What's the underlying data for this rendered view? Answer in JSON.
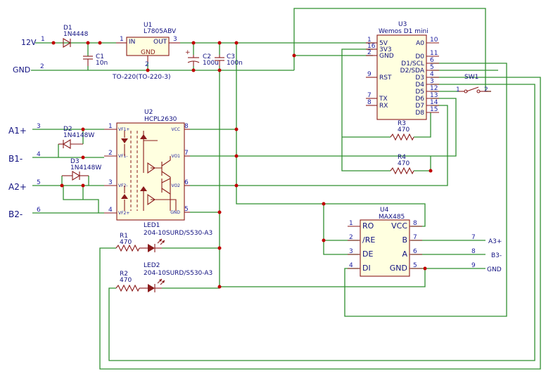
{
  "nets": {
    "v12": "12V",
    "gnd": "GND",
    "a1p": "A1+",
    "b1m": "B1-",
    "a2p": "A2+",
    "b2m": "B2-",
    "a3p": "A3+",
    "b3m": "B3-",
    "gnd_out": "GND"
  },
  "components": {
    "D1": {
      "ref": "D1",
      "value": "1N4448"
    },
    "U1": {
      "ref": "U1",
      "value": "L7805ABV",
      "pin_in": "IN",
      "pin_out": "OUT",
      "pin_gnd": "GND",
      "footprint": "TO-220(TO-220-3)"
    },
    "C1": {
      "ref": "C1",
      "value": "10n"
    },
    "C2": {
      "ref": "C2",
      "value": "100u"
    },
    "C3": {
      "ref": "C3",
      "value": "100n"
    },
    "U3": {
      "ref": "U3",
      "value": "Wemos D1 mini",
      "left_pins": [
        {
          "num": "1",
          "name": "5V"
        },
        {
          "num": "16",
          "name": "3V3"
        },
        {
          "num": "2",
          "name": "GND"
        },
        {
          "num": "9",
          "name": "RST"
        },
        {
          "num": "7",
          "name": "TX"
        },
        {
          "num": "8",
          "name": "RX"
        }
      ],
      "right_pins": [
        {
          "num": "10",
          "name": "A0"
        },
        {
          "num": "11",
          "name": "D0"
        },
        {
          "num": "6",
          "name": "D1/SCL"
        },
        {
          "num": "5",
          "name": "D2/SDA"
        },
        {
          "num": "4",
          "name": "D3"
        },
        {
          "num": "3",
          "name": "D4"
        },
        {
          "num": "12",
          "name": "D5"
        },
        {
          "num": "13",
          "name": "D6"
        },
        {
          "num": "14",
          "name": "D7"
        },
        {
          "num": "15",
          "name": "D8"
        }
      ]
    },
    "SW1": {
      "ref": "SW1",
      "pin1": "1",
      "pin2": "2"
    },
    "D2": {
      "ref": "D2",
      "value": "1N4148W"
    },
    "D3": {
      "ref": "D3",
      "value": "1N4148W"
    },
    "U2": {
      "ref": "U2",
      "value": "HCPL2630",
      "left_pins": [
        {
          "num": "1",
          "name": "VF1+"
        },
        {
          "num": "2",
          "name": "VF1-"
        },
        {
          "num": "3",
          "name": "VF2-"
        },
        {
          "num": "4",
          "name": "VF2+"
        }
      ],
      "right_pins": [
        {
          "num": "8",
          "name": "VCC"
        },
        {
          "num": "7",
          "name": "VO1"
        },
        {
          "num": "6",
          "name": "VO2"
        },
        {
          "num": "5",
          "name": "GND"
        }
      ]
    },
    "R3": {
      "ref": "R3",
      "value": "470"
    },
    "R4": {
      "ref": "R4",
      "value": "470"
    },
    "R1": {
      "ref": "R1",
      "value": "470"
    },
    "R2": {
      "ref": "R2",
      "value": "470"
    },
    "LED1": {
      "ref": "LED1",
      "value": "204-10SURD/S530-A3"
    },
    "LED2": {
      "ref": "LED2",
      "value": "204-10SURD/S530-A3"
    },
    "U4": {
      "ref": "U4",
      "value": "MAX485",
      "left_pins": [
        {
          "num": "1",
          "name": "RO"
        },
        {
          "num": "2",
          "name": "/RE"
        },
        {
          "num": "3",
          "name": "DE"
        },
        {
          "num": "4",
          "name": "DI"
        }
      ],
      "right_pins": [
        {
          "num": "8",
          "name": "VCC"
        },
        {
          "num": "7",
          "name": "B"
        },
        {
          "num": "6",
          "name": "A"
        },
        {
          "num": "5",
          "name": "GND"
        }
      ]
    }
  },
  "connector_pins": {
    "p12v": "1",
    "pgnd": "2",
    "pa1": "3",
    "pb1": "4",
    "pa2": "5",
    "pb2": "6",
    "pa3": "7",
    "pb3": "8",
    "pgo": "9"
  }
}
